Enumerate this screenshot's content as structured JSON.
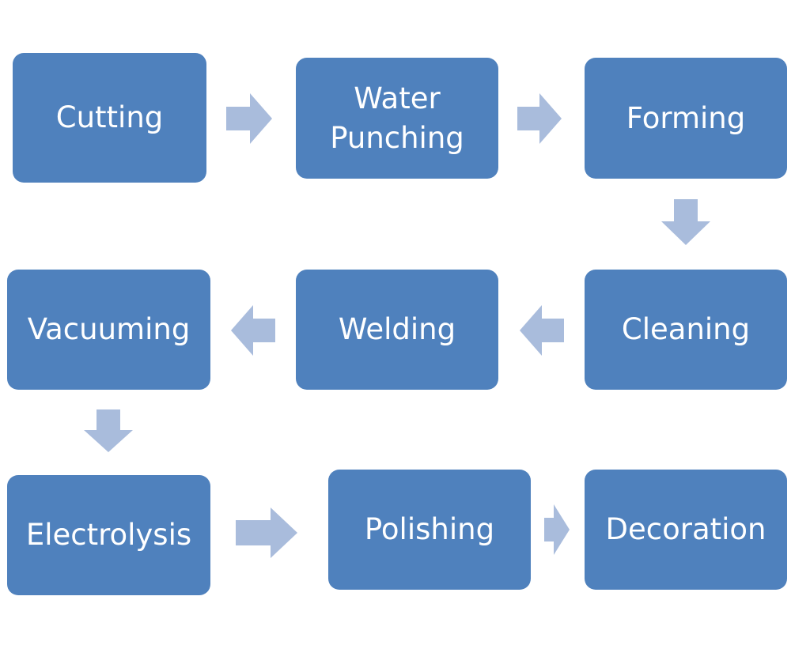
{
  "colors": {
    "box_fill": "#4f81bd",
    "box_text": "#ffffff",
    "arrow_fill": "#a9bcdc",
    "background": "#ffffff"
  },
  "steps": [
    {
      "label": "Cutting"
    },
    {
      "label": "Water\nPunching"
    },
    {
      "label": "Forming"
    },
    {
      "label": "Cleaning"
    },
    {
      "label": "Welding"
    },
    {
      "label": "Vacuuming"
    },
    {
      "label": "Electrolysis"
    },
    {
      "label": "Polishing"
    },
    {
      "label": "Decoration"
    }
  ],
  "arrows": [
    {
      "from": "Cutting",
      "to": "Water Punching",
      "direction": "right"
    },
    {
      "from": "Water Punching",
      "to": "Forming",
      "direction": "right"
    },
    {
      "from": "Forming",
      "to": "Cleaning",
      "direction": "down"
    },
    {
      "from": "Cleaning",
      "to": "Welding",
      "direction": "left"
    },
    {
      "from": "Welding",
      "to": "Vacuuming",
      "direction": "left"
    },
    {
      "from": "Vacuuming",
      "to": "Electrolysis",
      "direction": "down"
    },
    {
      "from": "Electrolysis",
      "to": "Polishing",
      "direction": "right"
    },
    {
      "from": "Polishing",
      "to": "Decoration",
      "direction": "right"
    }
  ]
}
